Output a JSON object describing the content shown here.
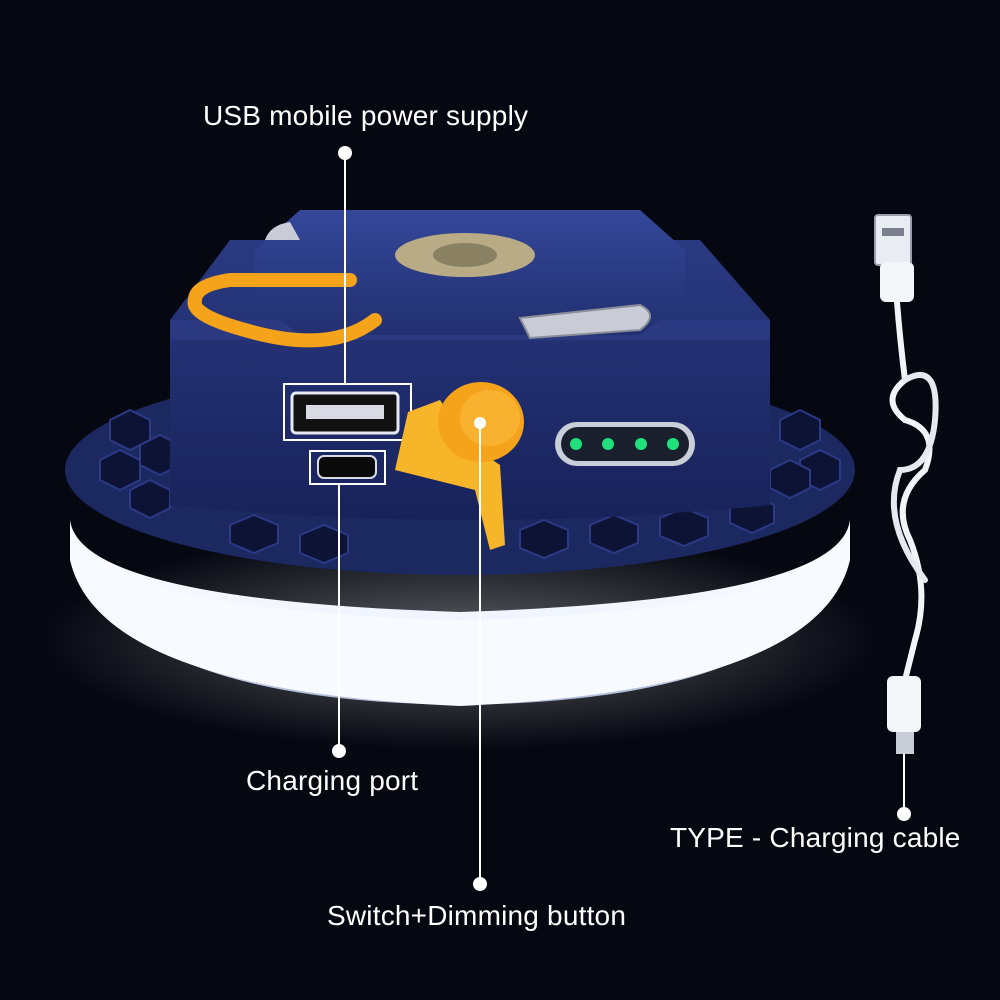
{
  "callouts": {
    "usb_supply": "USB mobile power supply",
    "charging_port": "Charging port",
    "switch_button": "Switch+Dimming button",
    "cable": "TYPE - Charging cable"
  },
  "product": {
    "battery_indicator_leds_lit": 4,
    "battery_indicator_leds_total": 4
  },
  "colors": {
    "background": "#050810",
    "housing_blue": "#1f2d6b",
    "accent_orange": "#f5a31a",
    "led_green": "#1fe07a",
    "light_white": "#f4f7ff",
    "callout_text": "#ffffff"
  }
}
